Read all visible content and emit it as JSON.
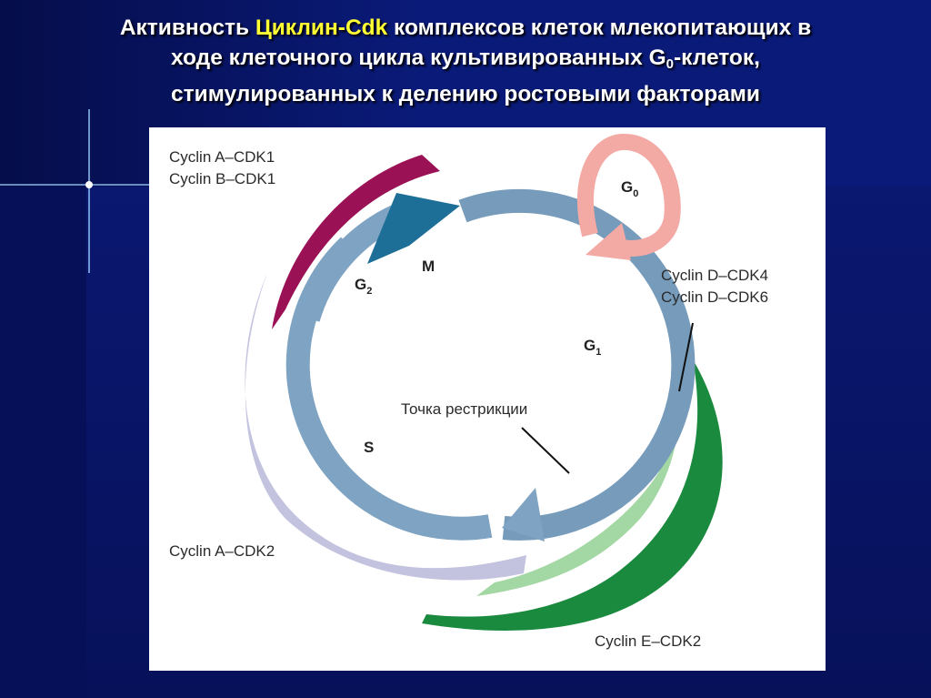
{
  "title": {
    "part1": "Активность ",
    "highlight": "Циклин-Cdk",
    "part2": " комплексов клеток млекопитающих в",
    "line2_pre": "ходе клеточного цикла культивированных G",
    "line2_sub": "0",
    "line2_post": "-клеток,",
    "line3": "стимулированных к делению ростовыми факторами"
  },
  "diagram": {
    "phases": {
      "m": "M",
      "g2_main": "G",
      "g2_sub": "2",
      "g1_main": "G",
      "g1_sub": "1",
      "s": "S",
      "g0_main": "G",
      "g0_sub": "0"
    },
    "labels": {
      "cyclin_a_cdk1": "Cyclin A–CDK1",
      "cyclin_b_cdk1": "Cyclin B–CDK1",
      "cyclin_d_cdk4": "Cyclin D–CDK4",
      "cyclin_d_cdk6": "Cyclin D–CDK6",
      "cyclin_a_cdk2": "Cyclin A–CDK2",
      "cyclin_e_cdk2": "Cyclin E–CDK2",
      "restriction_point": "Точка рестрикции"
    },
    "colors": {
      "cycle": "#7fa3c2",
      "cycle_dark": "#1e6f98",
      "cyclin_b": "#9b1155",
      "cyclin_a2": "#c3c3e0",
      "cyclin_d": "#a3d7a3",
      "cyclin_e": "#1a8a3e",
      "g0_loop": "#f3a9a4"
    }
  }
}
